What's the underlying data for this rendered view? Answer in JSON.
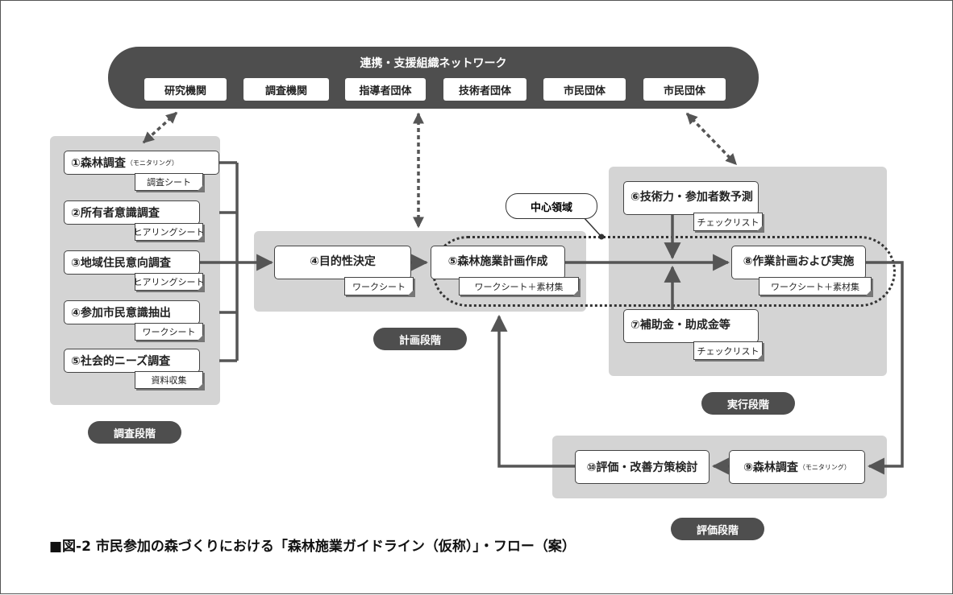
{
  "network": {
    "title": "連携・支援組織ネットワーク",
    "items": [
      "研究機関",
      "調査機関",
      "指導者団体",
      "技術者団体",
      "市民団体",
      "市民団体"
    ]
  },
  "stages": {
    "survey": "調査段階",
    "plan": "計画段階",
    "execution": "実行段階",
    "evaluation": "評価段階"
  },
  "survey_items": [
    {
      "label": "①森林調査",
      "note": "（モニタリング）",
      "tag": "調査シート"
    },
    {
      "label": "②所有者意識調査",
      "tag": "ヒアリングシート"
    },
    {
      "label": "③地域住民意向調査",
      "tag": "ヒアリングシート"
    },
    {
      "label": "④参加市民意識抽出",
      "tag": "ワークシート"
    },
    {
      "label": "⑤社会的ニーズ調査",
      "tag": "資料収集"
    }
  ],
  "plan_items": [
    {
      "label": "④目的性決定",
      "tag": "ワークシート"
    },
    {
      "label": "⑤森林施業計画作成",
      "tag": "ワークシート＋素材集"
    }
  ],
  "center_label": "中心領域",
  "execution_items": [
    {
      "label": "⑥技術力・参加者数予測",
      "tag": "チェックリスト"
    },
    {
      "label": "⑧作業計画および実施",
      "tag": "ワークシート＋素材集"
    },
    {
      "label": "⑦補助金・助成金等",
      "tag": "チェックリスト"
    }
  ],
  "evaluation_items": [
    {
      "label": "⑩評価・改善方策検討"
    },
    {
      "label": "⑨森林調査",
      "note": "（モニタリング）"
    }
  ],
  "caption": "■図-2 市民参加の森づくりにおける「森林施業ガイドライン（仮称）」・フロー（案）"
}
